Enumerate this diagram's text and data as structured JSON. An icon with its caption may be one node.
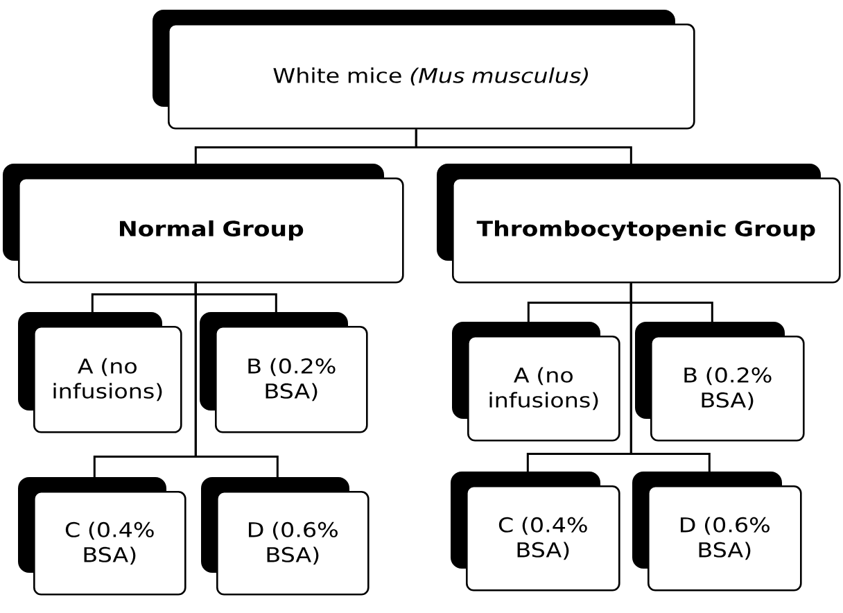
{
  "diagram": {
    "nodes": [
      {
        "text": [
          "White mice *(Mus musculus)*"
        ]
      },
      {
        "text": [
          "Normal Group"
        ]
      },
      {
        "text": [
          "Thrombocytopenic Group"
        ]
      },
      {
        "text": [
          "A (no infusions)"
        ]
      },
      {
        "text": [
          "B (0.2% BSA)"
        ]
      },
      {
        "text": [
          "A (no infusions)"
        ]
      },
      {
        "text": [
          "B (0.2% BSA)"
        ]
      },
      {
        "text": [
          "C (0.4% BSA)"
        ]
      },
      {
        "text": [
          "D (0.6% BSA)"
        ]
      },
      {
        "text": [
          "C (0.4% BSA)"
        ]
      },
      {
        "text": [
          "D (0.6% BSA)"
        ]
      }
    ],
    "edges": [
      {
        "from": 0,
        "to": 1,
        "arrow": "none"
      },
      {
        "from": 0,
        "to": 2,
        "arrow": "none"
      },
      {
        "from": 1,
        "to": 3,
        "arrow": "none"
      },
      {
        "from": 1,
        "to": 4,
        "arrow": "none"
      },
      {
        "from": 1,
        "to": 7,
        "arrow": "none"
      },
      {
        "from": 1,
        "to": 8,
        "arrow": "none"
      },
      {
        "from": 2,
        "to": 5,
        "arrow": "none"
      },
      {
        "from": 2,
        "to": 6,
        "arrow": "none"
      },
      {
        "from": 2,
        "to": 9,
        "arrow": "none"
      },
      {
        "from": 2,
        "to": 10,
        "arrow": "none"
      }
    ]
  }
}
